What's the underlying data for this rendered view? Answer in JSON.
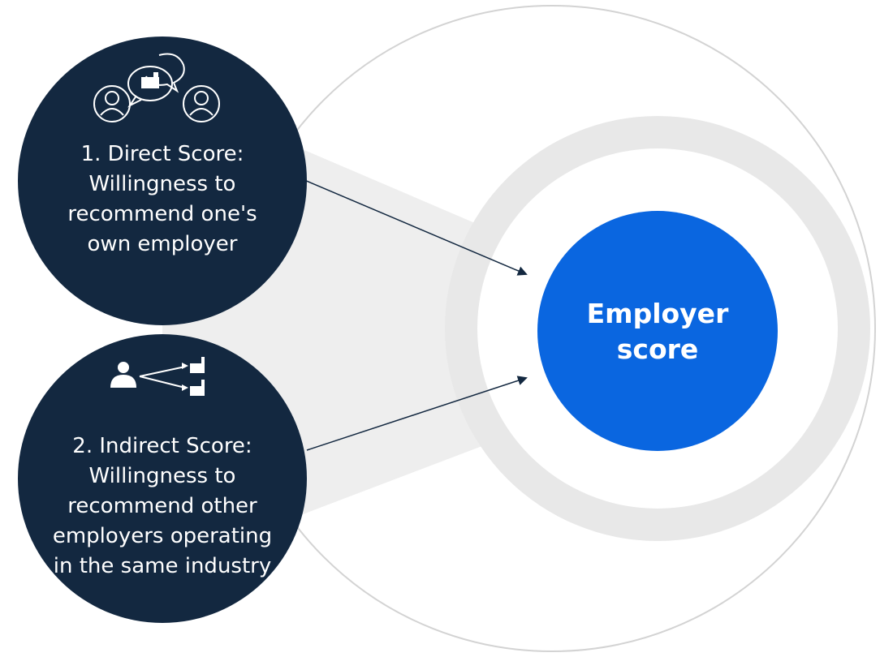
{
  "colors": {
    "dark_node": "#132840",
    "center_node": "#0a66e0",
    "halo": "#e6e6e6",
    "outer_ring": "#cfcfcf",
    "arrow": "#132840",
    "text": "#ffffff"
  },
  "nodes": {
    "direct": {
      "icon": "people-discussing-employer-icon",
      "lines": [
        "1. Direct Score:",
        "Willingness to",
        "recommend one's",
        "own employer"
      ]
    },
    "indirect": {
      "icon": "person-pointing-to-employers-icon",
      "lines": [
        "2. Indirect Score:",
        "Willingness to",
        "recommend other",
        "employers operating",
        "in the same industry"
      ]
    },
    "center": {
      "lines": [
        "Employer",
        "score"
      ]
    }
  }
}
